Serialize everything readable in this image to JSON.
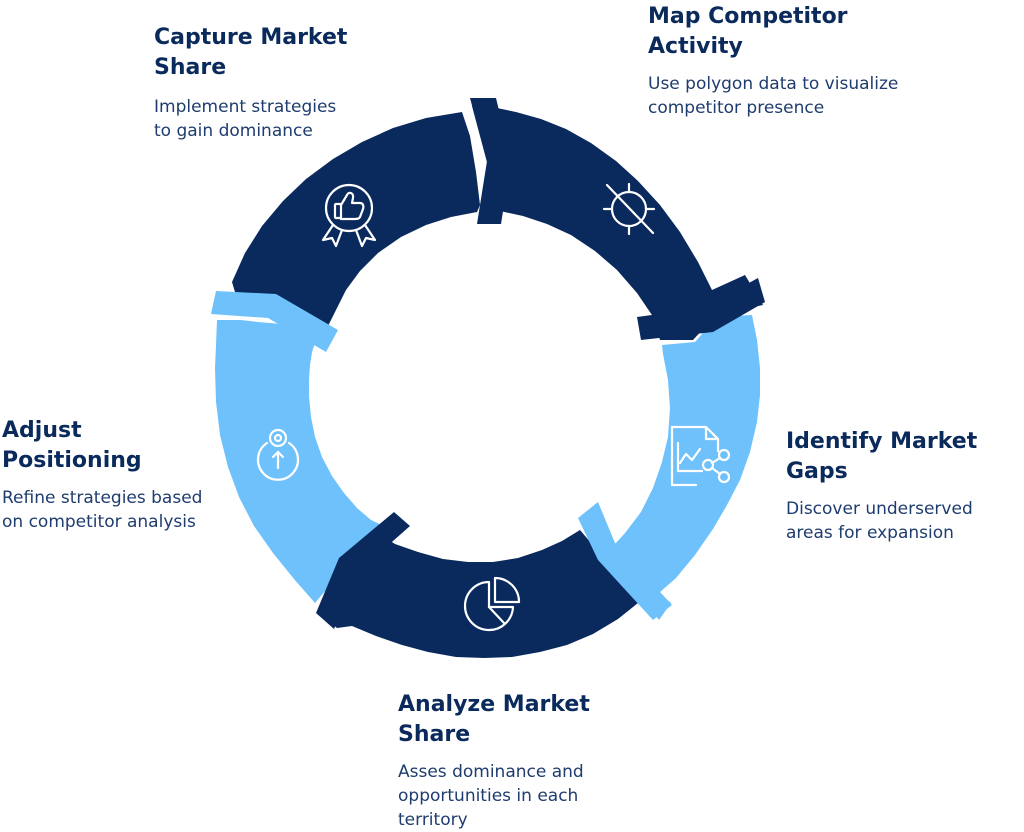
{
  "colors": {
    "dark": "#0a2a5e",
    "light": "#6ec1fb",
    "text": "#0b2a5c"
  },
  "steps": [
    {
      "id": "map",
      "title": "Map Competitor Activity",
      "description": "Use polygon data to visualize competitor presence",
      "icon": "crosshair-off-icon"
    },
    {
      "id": "identify",
      "title": "Identify Market Gaps",
      "description": "Discover underserved areas for expansion",
      "icon": "chart-share-document-icon"
    },
    {
      "id": "analyze",
      "title": "Analyze Market Share",
      "description": "Asses dominance and opportunities in each territory",
      "icon": "pie-chart-icon"
    },
    {
      "id": "adjust",
      "title": "Adjust Positioning",
      "description": "Refine strategies based on competitor analysis",
      "icon": "target-arrow-up-icon"
    },
    {
      "id": "capture",
      "title": "Capture Market Share",
      "description": "Implement strategies to gain dominance",
      "icon": "award-thumbs-up-icon"
    }
  ]
}
